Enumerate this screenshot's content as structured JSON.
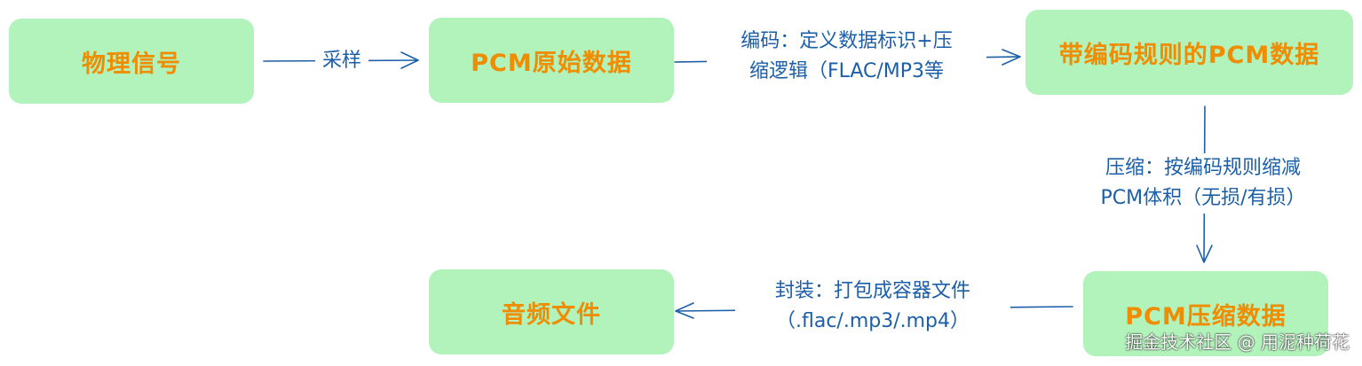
{
  "colors": {
    "node_fill": "#b2f2bb",
    "node_text": "#f08c00",
    "edge_color": "#1c5fa8"
  },
  "nodes": {
    "physical_signal": "物理信号",
    "pcm_raw": "PCM原始数据",
    "encoded_pcm": "带编码规则的PCM数据",
    "pcm_compressed": "PCM压缩数据",
    "audio_file": "音频文件"
  },
  "edges": {
    "sampling": {
      "line1": "采样"
    },
    "encoding": {
      "line1": "编码：定义数据标识+压",
      "line2": "缩逻辑（FLAC/MP3等"
    },
    "compression": {
      "line1": "压缩：按编码规则缩减",
      "line2": "PCM体积（无损/有损）"
    },
    "packaging": {
      "line1": "封装：打包成容器文件",
      "line2": "（.flac/.mp3/.mp4）"
    }
  },
  "watermark": "掘金技术社区 @ 用泥种荷花"
}
